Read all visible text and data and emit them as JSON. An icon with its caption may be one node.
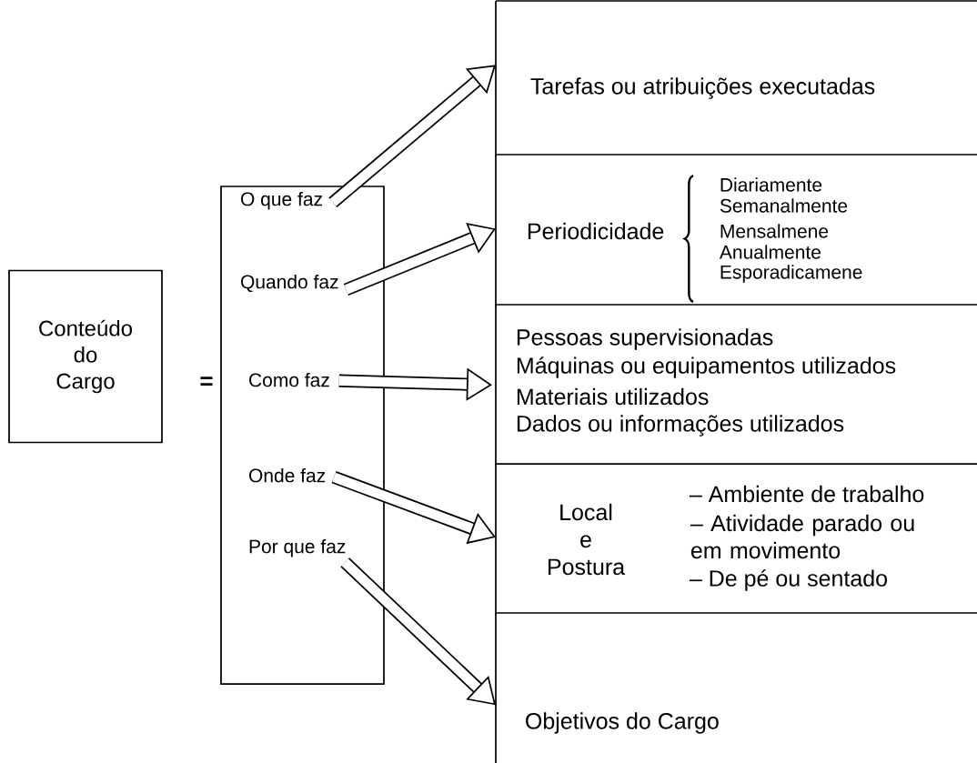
{
  "diagram": {
    "nodes": [
      {
        "text": [
          "Conteúdo do Cargo"
        ]
      },
      {
        "text": [],
        "shape": "box"
      },
      {
        "text": [
          "O que faz"
        ],
        "in": 1
      },
      {
        "text": [
          "Quando faz"
        ],
        "in": 1
      },
      {
        "text": [
          "Como faz"
        ],
        "in": 1
      },
      {
        "text": [
          "Onde faz"
        ],
        "in": 1
      },
      {
        "text": [
          "Por que faz"
        ],
        "in": 1
      },
      {
        "text": [
          "Tarefas ou atribuições executadas"
        ]
      },
      {
        "text": [
          "Periodicidade",
          "Diariamente",
          "Semanalmente",
          "Mensalmene",
          "Anualmente",
          "Esporadicamene"
        ]
      },
      {
        "text": [
          "Pessoas supervisionadas",
          "Máquinas ou equipamentos utilizados",
          "Materiais utilizados",
          "Dados ou informações utilizados"
        ]
      },
      {
        "text": [
          "Local e Postura",
          "– Ambiente de trabalho",
          "– Atividade parado ou em movimento",
          "– De pé ou sentado"
        ]
      },
      {
        "text": [
          "Objetivos do Cargo"
        ]
      }
    ],
    "edges": [
      {
        "from": 2,
        "to": 7,
        "arrow": "to"
      },
      {
        "from": 3,
        "to": 8,
        "arrow": "to"
      },
      {
        "from": 4,
        "to": 9,
        "arrow": "to"
      },
      {
        "from": 5,
        "to": 10,
        "arrow": "to"
      },
      {
        "from": 6,
        "to": 11,
        "arrow": "to"
      }
    ],
    "labels": [
      "="
    ]
  }
}
